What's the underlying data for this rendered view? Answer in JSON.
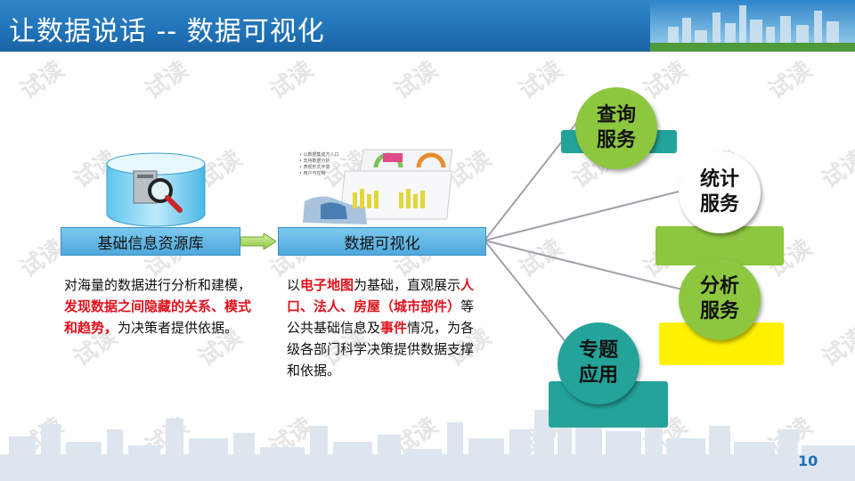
{
  "header": {
    "title": "让数据说话 -- 数据可视化"
  },
  "left_block": {
    "banner_label": "基础信息资源库",
    "desc_parts": [
      {
        "text": "对海量的数据进行分析和建模，",
        "highlight": false
      },
      {
        "text": "发现数据之间隐藏的关系、模式和趋势，",
        "highlight": true
      },
      {
        "text": "为决策者提供依据。",
        "highlight": false
      }
    ]
  },
  "right_block": {
    "banner_label": "数据可视化",
    "desc_parts": [
      {
        "text": "以",
        "highlight": false
      },
      {
        "text": "电子地图",
        "highlight": true
      },
      {
        "text": "为基础，直观展示",
        "highlight": false
      },
      {
        "text": "人口、法人、房屋（城市部件）",
        "highlight": true
      },
      {
        "text": "等公共基础信息及",
        "highlight": false
      },
      {
        "text": "事件",
        "highlight": true
      },
      {
        "text": "情况，为各级各部门科学决策提供数据支撑和依据。",
        "highlight": false
      }
    ]
  },
  "dashboard_thumb": {
    "bullets": [
      "以数据集成方入口",
      "支持数据分析",
      "表现形式丰富",
      "用户可控制"
    ]
  },
  "services": [
    {
      "line1": "查询",
      "line2": "服务",
      "circle_color": "#8dc63f",
      "rect_color": "#23a39a"
    },
    {
      "line1": "统计",
      "line2": "服务",
      "circle_color": "#ffffff",
      "rect_color": "#8dc63f"
    },
    {
      "line1": "分析",
      "line2": "服务",
      "circle_color": "#8dc63f",
      "rect_color": "#fff100"
    },
    {
      "line1": "专题",
      "line2": "应用",
      "circle_color": "#23a39a",
      "rect_color": "#23a39a"
    }
  ],
  "page_number": "10",
  "watermark": "试读",
  "colors": {
    "header_blue": "#1f6fb4",
    "highlight_red": "#e0111b"
  }
}
